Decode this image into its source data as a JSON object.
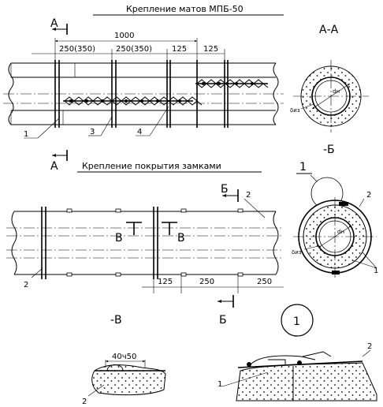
{
  "titles": {
    "top": "Крепление матов МПБ-50",
    "middle": "Крепление покрытия замками"
  },
  "section_labels": {
    "aa": "А-А",
    "a": "А",
    "b": "Б",
    "v": "В",
    "minus_b": "-Б",
    "minus_v": "-В"
  },
  "dimensions": {
    "total": "1000",
    "seg1": "250(350)",
    "seg2": "250(350)",
    "seg3": "125",
    "seg4": "125",
    "low1": "125",
    "low2": "250",
    "low3": "250",
    "detail": "40ч50"
  },
  "callouts": {
    "c1": "1",
    "c2": "2",
    "c3": "3",
    "c4": "4",
    "detail_ref": "1",
    "circle": "1"
  },
  "dia": {
    "dn": "dн",
    "diz": "δиз"
  }
}
